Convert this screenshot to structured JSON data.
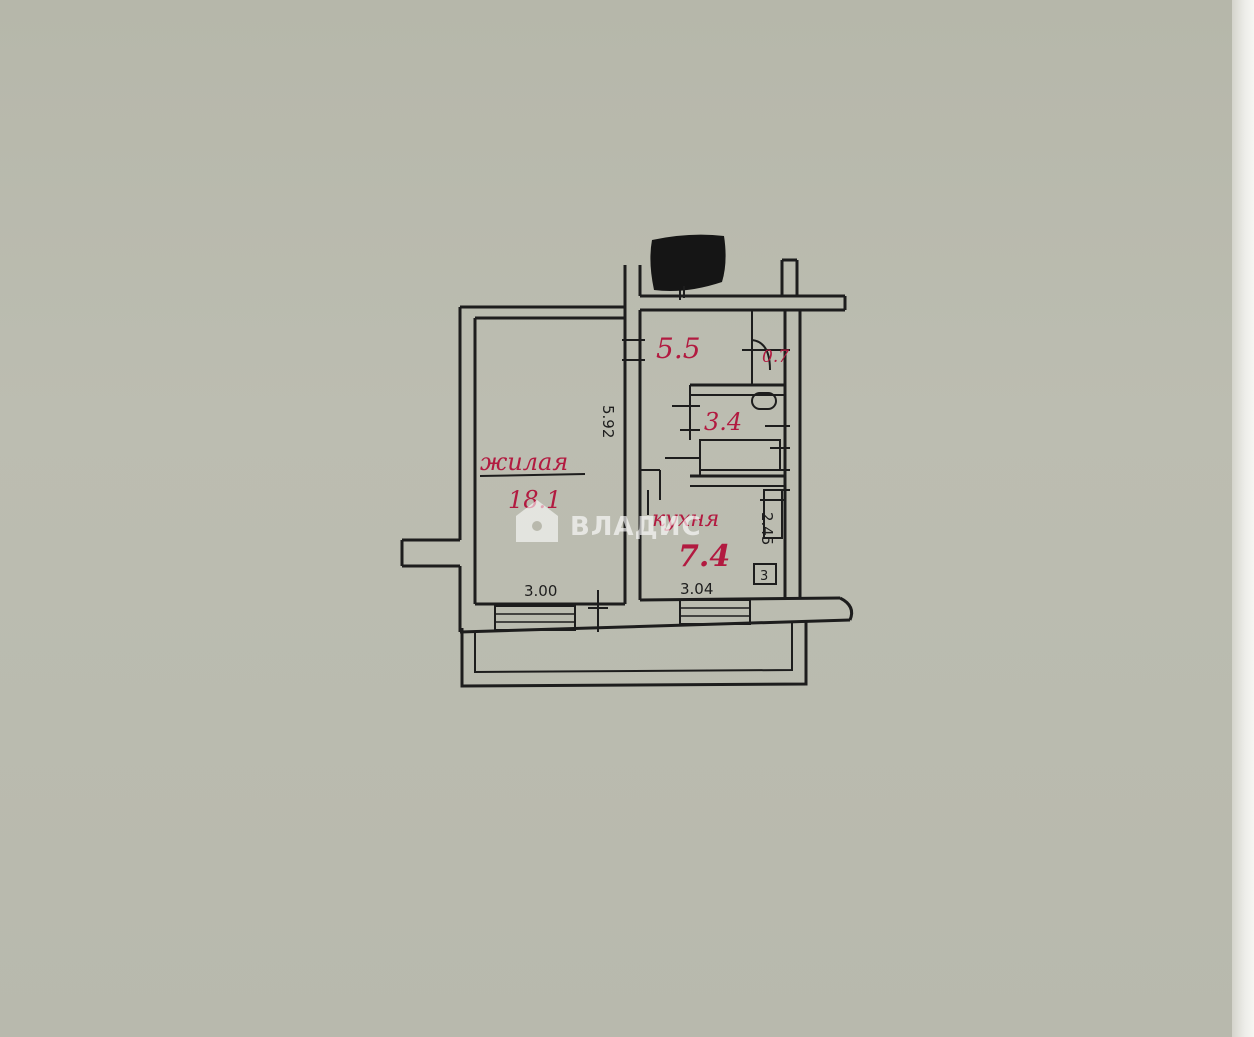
{
  "plan": {
    "rooms": [
      {
        "label": "жилая",
        "area": "18.1"
      },
      {
        "label": "кухня",
        "area": "7.4"
      }
    ],
    "hall_area": "5.5",
    "closet_area": "0.7",
    "bath_area": "3.4",
    "dimensions": {
      "room_width": "3.00",
      "room_length": "5.92",
      "kitchen_width": "3.04",
      "kitchen_length": "2.45"
    },
    "stove_mark": "3"
  },
  "watermark": {
    "text": "ВЛАДИС"
  },
  "colors": {
    "ink": "#1d1d1d",
    "red_ink": "#b21a40",
    "paper": "#b9b9ad"
  }
}
